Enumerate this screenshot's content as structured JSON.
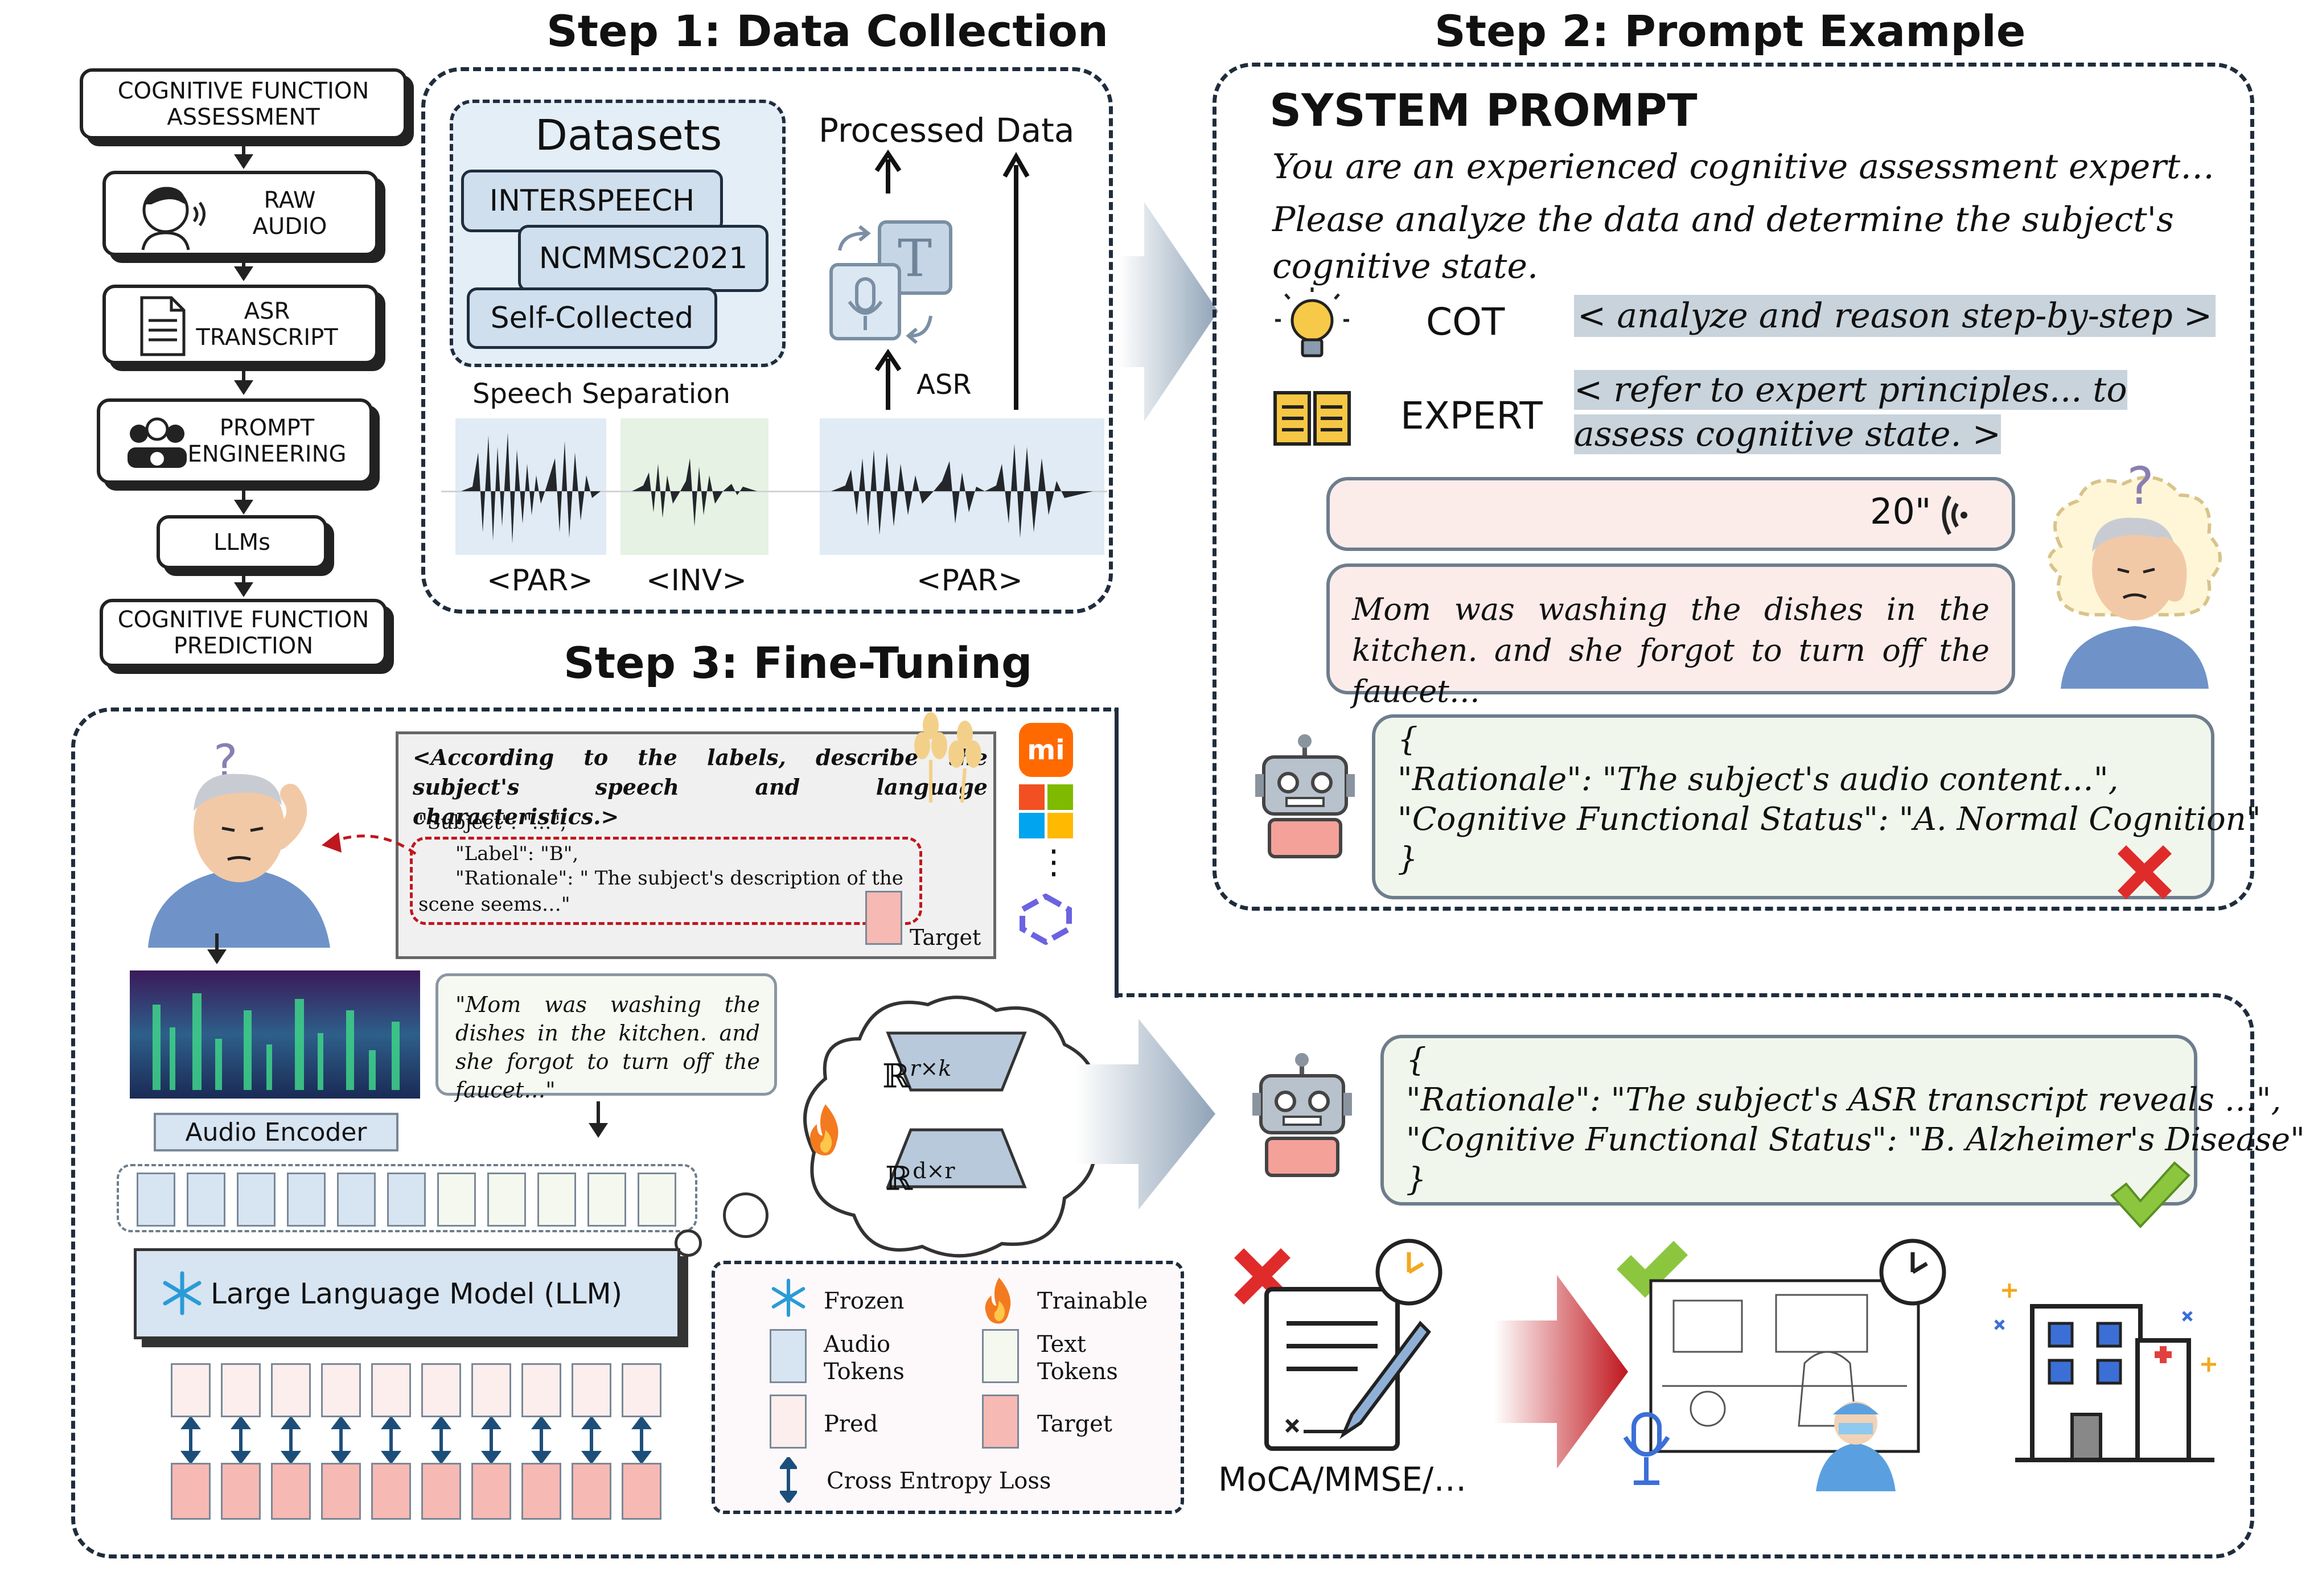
{
  "step1": {
    "title": "Step 1: Data Collection",
    "datasets_title": "Datasets",
    "datasets": [
      "INTERSPEECH",
      "NCMMSC2021",
      "Self-Collected"
    ],
    "processed_title": "Processed Data",
    "asr_label": "ASR",
    "speech_sep_label": "Speech Separation",
    "par_label": "<PAR>",
    "inv_label": "<INV>",
    "par2_label": "<PAR>"
  },
  "flow": {
    "items": [
      "COGNITIVE FUNCTION ASSESSMENT",
      "RAW AUDIO",
      "ASR TRANSCRIPT",
      "PROMPT ENGINEERING",
      "LLMs",
      "COGNITIVE FUNCTION PREDICTION"
    ]
  },
  "step2": {
    "title": "Step 2: Prompt Example",
    "system_prompt_title": "SYSTEM PROMPT",
    "system_prompt_line1": "You are an experienced cognitive assessment expert…",
    "system_prompt_line2": "Please analyze the data and determine the subject's cognitive state.",
    "cot_label": "COT",
    "cot_text": "< analyze and reason step-by-step >",
    "expert_label": "EXPERT",
    "expert_text": "< refer to expert principles... to assess cognitive state. >",
    "audio_duration": "20\"",
    "transcript": "Mom was washing the dishes in the kitchen. and she forgot to turn off the faucet…",
    "response_open": "{",
    "response_rationale": "\"Rationale\": \"The subject's audio content…\",",
    "response_status": "\"Cognitive Functional Status\": \"A. Normal Cognition\"",
    "response_close": "}"
  },
  "step3": {
    "title": "Step 3: Fine-Tuning",
    "label_prompt": "<According to the labels, describe the subject's speech and language characteristics.>",
    "json_subject": "\"Subject\": \"…\",",
    "json_label": "\"Label\": \"B\",",
    "json_rationale": "\"Rationale\": \" The subject's description of the scene seems…\"",
    "target_label": "Target",
    "transcript": "\"Mom was washing the dishes in the kitchen. and she forgot to turn off the faucet…\"",
    "audio_encoder": "Audio Encoder",
    "llm_label": "Large Language Model (LLM)",
    "lora_top": "ℝ^{r×k}",
    "lora_top_main": "ℝ",
    "lora_top_sup": "r×k",
    "lora_bottom_main": "ℝ",
    "lora_bottom_sup": "d×r",
    "vertical_dots": "⋮",
    "legend": {
      "frozen": "Frozen",
      "trainable": "Trainable",
      "audio_tokens": "Audio Tokens",
      "text_tokens": "Text Tokens",
      "pred": "Pred",
      "target": "Target",
      "ce_loss": "Cross Entropy Loss"
    }
  },
  "result": {
    "response_open": "{",
    "response_rationale": "\"Rationale\": \"The subject's ASR transcript reveals …\",",
    "response_status": "\"Cognitive Functional Status\": \"B. Alzheimer's Disease\"",
    "response_close": "}",
    "moca_label": "MoCA/MMSE/…"
  },
  "colors": {
    "dashed_border": "#1f2d3d",
    "dataset_fill": "#cfdfee",
    "highlight": "#c8d3dc",
    "audio_bubble": "#fbecea",
    "response_bubble": "#f1f6ec",
    "target_token": "#f7b9b3",
    "pred_token": "#fbeeec",
    "audio_token": "#d7e4f2",
    "text_token": "#f4f8ee",
    "check": "#8cc63f",
    "cross": "#e02b2b"
  }
}
